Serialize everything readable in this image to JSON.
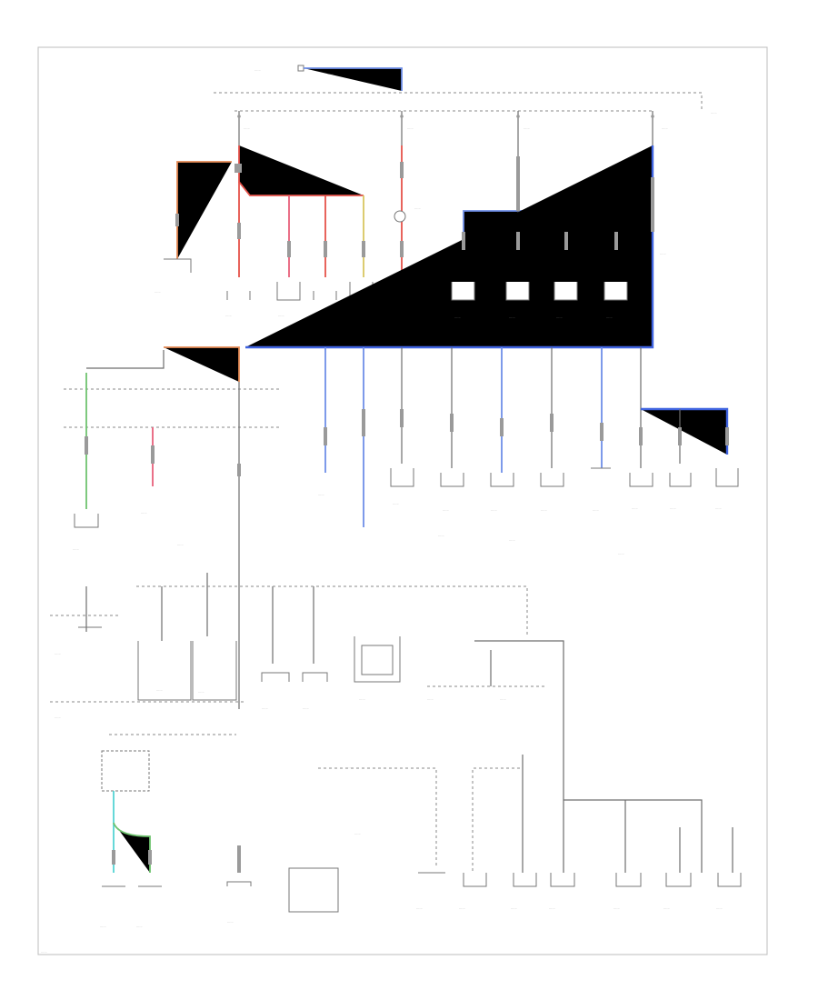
{
  "diagram": {
    "labels": [
      "POWER DISTRIBUTION",
      "FUSE 1",
      "FUSE 2",
      "FUSE 3",
      "FUSE 4",
      "FUSE BLOCK",
      "IGNITION SWITCH",
      "STARTER RELAY",
      "HEADLAMP SWITCH",
      "TRANSMISSION CONTROL MODULE",
      "INSTRUMENT CLUSTER",
      "BACK-UP LAMP",
      "WIPER MOTOR"
    ]
  }
}
